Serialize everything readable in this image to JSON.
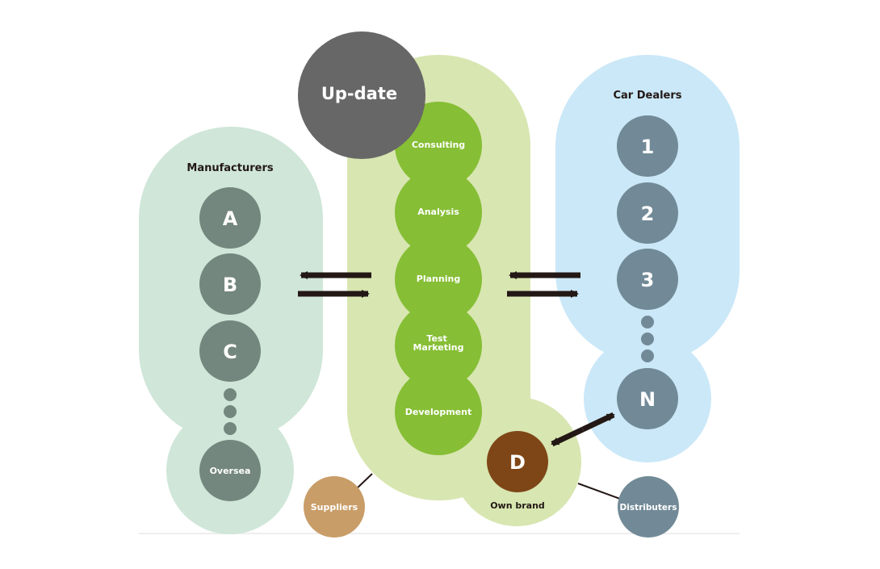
{
  "update": {
    "label": "Up-date"
  },
  "process": {
    "steps": [
      {
        "label": "Consulting"
      },
      {
        "label": "Analysis"
      },
      {
        "label": "Planning"
      },
      {
        "lines": [
          "Test",
          "Marketing"
        ]
      },
      {
        "label": "Development"
      }
    ]
  },
  "manufacturers": {
    "title": "Manufacturers",
    "items": [
      "A",
      "B",
      "C"
    ],
    "overseas": "Oversea"
  },
  "dealers": {
    "title": "Car Dealers",
    "items": [
      "1",
      "2",
      "3"
    ],
    "last": "N"
  },
  "own_brand": {
    "letter": "D",
    "caption": "Own brand"
  },
  "suppliers": {
    "label": "Suppliers"
  },
  "distributors": {
    "label": "Distributers"
  },
  "colors": {
    "manufacturers_bg": "#cfe6d8",
    "manufacturer_circle": "#74877e",
    "process_bg": "#d8e6b1",
    "process_step": "#86be35",
    "update": "#686767",
    "dealers_bg": "#cbe8f8",
    "dealer_circle": "#728a97",
    "own_brand": "#7e4617",
    "suppliers": "#c99d68",
    "distributors": "#728a97",
    "arrow": "#231815"
  }
}
